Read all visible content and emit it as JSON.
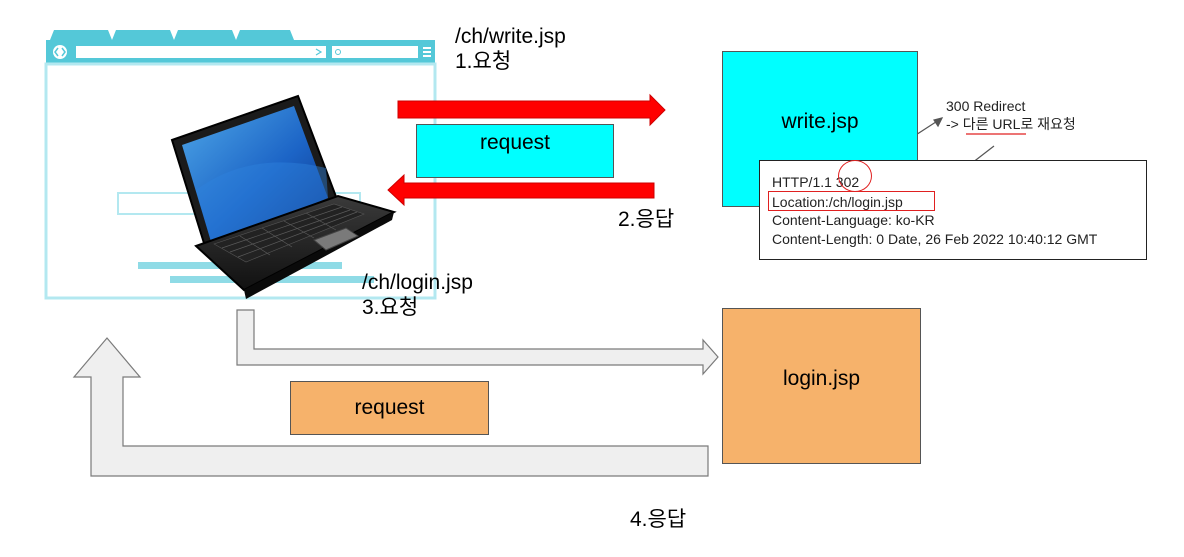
{
  "diagram": {
    "step1": {
      "path": "/ch/write.jsp",
      "label": "1.요청"
    },
    "step2": {
      "label": "2.응답"
    },
    "step3": {
      "path": "/ch/login.jsp",
      "label": "3.요청"
    },
    "step4": {
      "label": "4.응답"
    },
    "request_label_top": "request",
    "request_label_bottom": "request",
    "write_box": "write.jsp",
    "login_box": "login.jsp",
    "note": {
      "line1": "300 Redirect",
      "line2_prefix": "-> ",
      "line2_underlined": "다른 URL",
      "line2_suffix": "로 재요청"
    },
    "response": {
      "status_prefix": "HTTP/1.1 ",
      "status_code": "302",
      "location": "Location:/ch/login.jsp",
      "content_language": "Content-Language: ko-KR",
      "content_length": "Content-Length: 0 Date, 26 Feb 2022 10:40:12 GMT"
    },
    "colors": {
      "cyan": "#00ffff",
      "orange": "#f6b26b",
      "red_arrow": "#ff0000",
      "gray_arrow": "#efefef",
      "highlight": "#e02020",
      "browser_frame": "#b3e8f0"
    }
  }
}
